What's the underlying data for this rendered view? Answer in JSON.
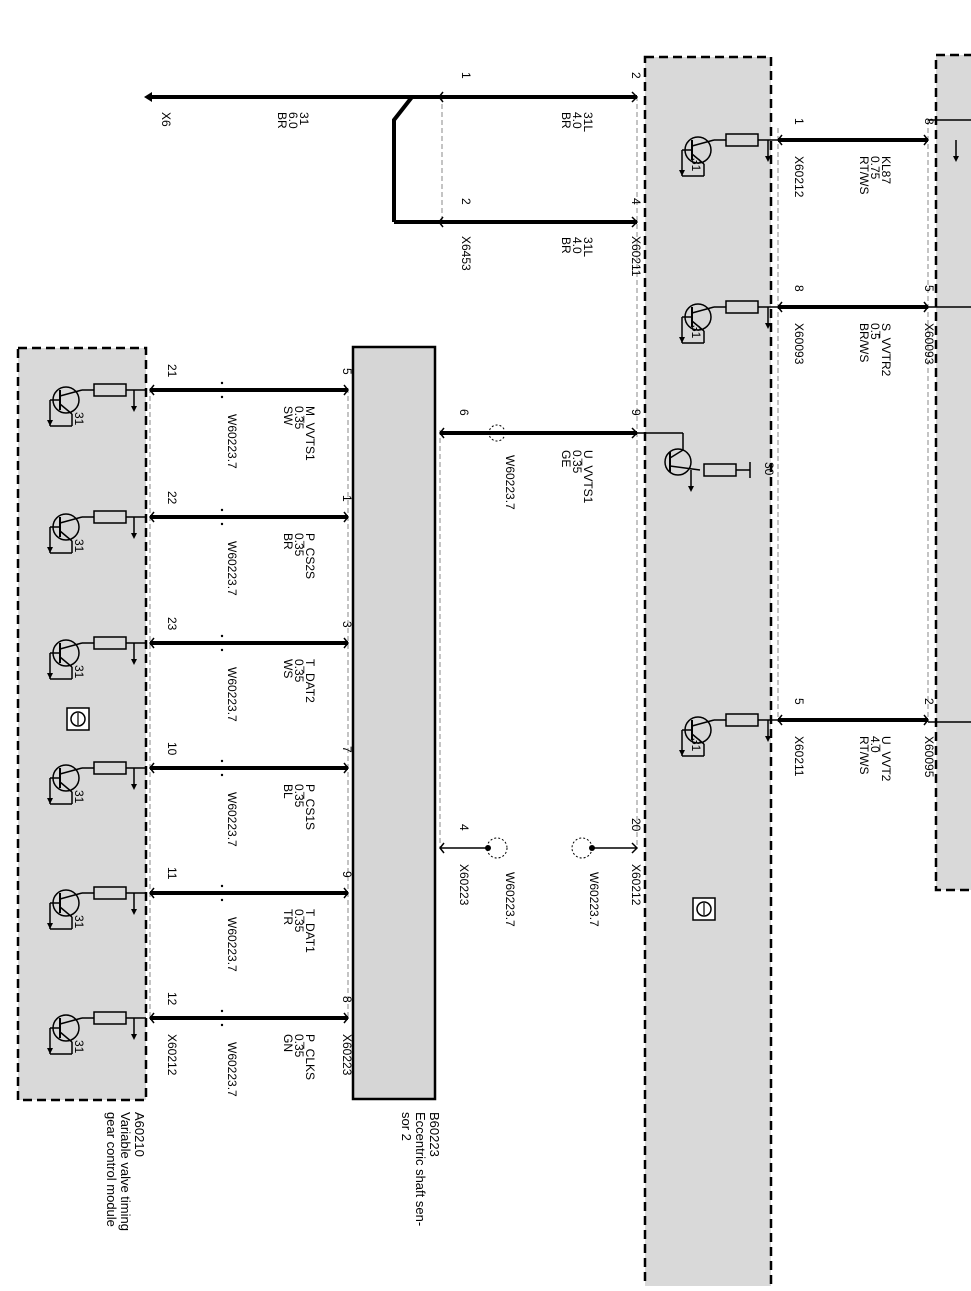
{
  "colors": {
    "module_fill": "#d9d9d9",
    "sensor_fill": "#d6d6d6",
    "wire": "#000000",
    "page": "#ffffff"
  },
  "icons": [
    "transistor-symbol",
    "resistor-symbol",
    "ground-arrow",
    "esd-warning-icon",
    "splice-symbol"
  ],
  "ground_wire": {
    "terminal": "X6",
    "info": [
      "31",
      "6.0",
      "BR"
    ]
  },
  "splice": {
    "connector": "X6453",
    "pin_top": "1",
    "pin_bottom": "2"
  },
  "module_right_top": {
    "connector_left": "X60211",
    "pin_2": "2",
    "pin_4": "4",
    "wire_top": [
      "31L",
      "4.0",
      "BR"
    ],
    "wire_bottom": [
      "31L",
      "4.0",
      "BR"
    ]
  },
  "right_wires": [
    {
      "pin_module": "1",
      "connector": "X60212",
      "pin_far": "8",
      "info": [
        "KL87",
        "0.75",
        "RT/WS"
      ]
    },
    {
      "pin_module": "8",
      "connector": "X60093",
      "pin_far": "5",
      "info": [
        "S_VVTR2",
        "0.5",
        "BR/WS"
      ]
    },
    {
      "pin_module": "5",
      "connector": "X60211",
      "pin_far": "2",
      "info": [
        "U_VVT2",
        "4.0",
        "RT/WS"
      ],
      "far_connector": "X60095"
    }
  ],
  "ground_labels": [
    "31",
    "31",
    "31",
    "31",
    "31",
    "31",
    "31",
    "31",
    "31",
    "30"
  ],
  "sensor_supply": {
    "pin_sensor": "6",
    "pin_module": "9",
    "shield": "W60223.7",
    "info": [
      "U_VVTS1",
      "0.35",
      "GE"
    ]
  },
  "sensor_shield_pins": {
    "pin_sensor": "4",
    "pin_module": "20",
    "connector_sensor": "X60223",
    "connector_module": "X60212",
    "shield_sensor": "W60223.7",
    "shield_module": "W60223.7"
  },
  "signal_wires": [
    {
      "pin_module": "21",
      "pin_sensor": "5",
      "shield": "W60223.7",
      "info": [
        "M_VVTS1",
        "0.35",
        "SW"
      ]
    },
    {
      "pin_module": "22",
      "pin_sensor": "1",
      "shield": "W60223.7",
      "info": [
        "P_CS2S",
        "0.35",
        "BR"
      ]
    },
    {
      "pin_module": "23",
      "pin_sensor": "3",
      "shield": "W60223.7",
      "info": [
        "T_DAT2",
        "0.35",
        "WS"
      ]
    },
    {
      "pin_module": "10",
      "pin_sensor": "7",
      "shield": "W60223.7",
      "info": [
        "P_CS1S",
        "0.35",
        "BL"
      ]
    },
    {
      "pin_module": "11",
      "pin_sensor": "9",
      "shield": "W60223.7",
      "info": [
        "T_DAT1",
        "0.35",
        "TR"
      ]
    },
    {
      "pin_module": "12",
      "pin_sensor": "8",
      "shield": "W60223.7",
      "info": [
        "P_CLKS",
        "0.35",
        "GN"
      ]
    }
  ],
  "signal_connectors": {
    "module": "X60212",
    "sensor": "X60223"
  },
  "sensor": {
    "id": "B60223",
    "desc1": "Eccentric shaft sen-",
    "desc2": "sor 2"
  },
  "module_left": {
    "id": "A60210",
    "desc1": "Variable valve timing",
    "desc2": "gear control module"
  }
}
